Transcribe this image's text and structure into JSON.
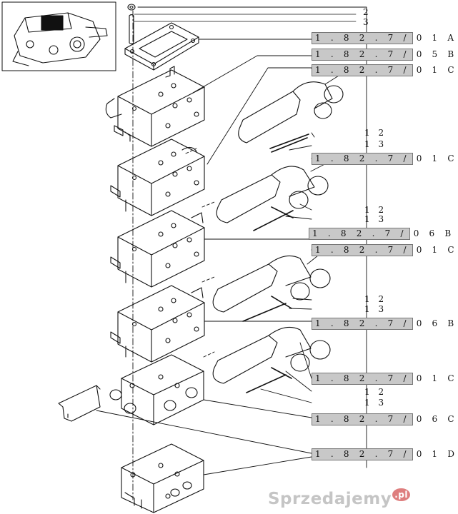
{
  "callouts": [
    {
      "text": "1 . 8 2 . 7 / 0 1 A"
    },
    {
      "text": "1 . 8 2 . 7 / 0 5 B"
    },
    {
      "text": "1 . 8 2 . 7 / 0 1 C"
    },
    {
      "text": "1 . 8 2 . 7 / 0 1 C"
    },
    {
      "text": "1 . 8 2 . 7 / 0 6 B"
    },
    {
      "text": "1 . 8 2 . 7 / 0 1 C"
    },
    {
      "text": "1 . 8 2 . 7 / 0 6 B"
    },
    {
      "text": "1 . 8 2 . 7 / 0 1 C"
    },
    {
      "text": "1 . 8 2 . 7 / 0 6 C"
    },
    {
      "text": "1 . 8 2 . 7 / 0 1 D"
    }
  ],
  "item_numbers": [
    {
      "text": "2"
    },
    {
      "text": "3"
    },
    {
      "text": "1 2"
    },
    {
      "text": "1 3"
    },
    {
      "text": "1 2"
    },
    {
      "text": "1 3"
    },
    {
      "text": "1 2"
    },
    {
      "text": "1 3"
    },
    {
      "text": "1 2"
    },
    {
      "text": "1 3"
    }
  ],
  "watermark": {
    "text": "Sprzedajemy",
    "suffix": ".pl"
  }
}
